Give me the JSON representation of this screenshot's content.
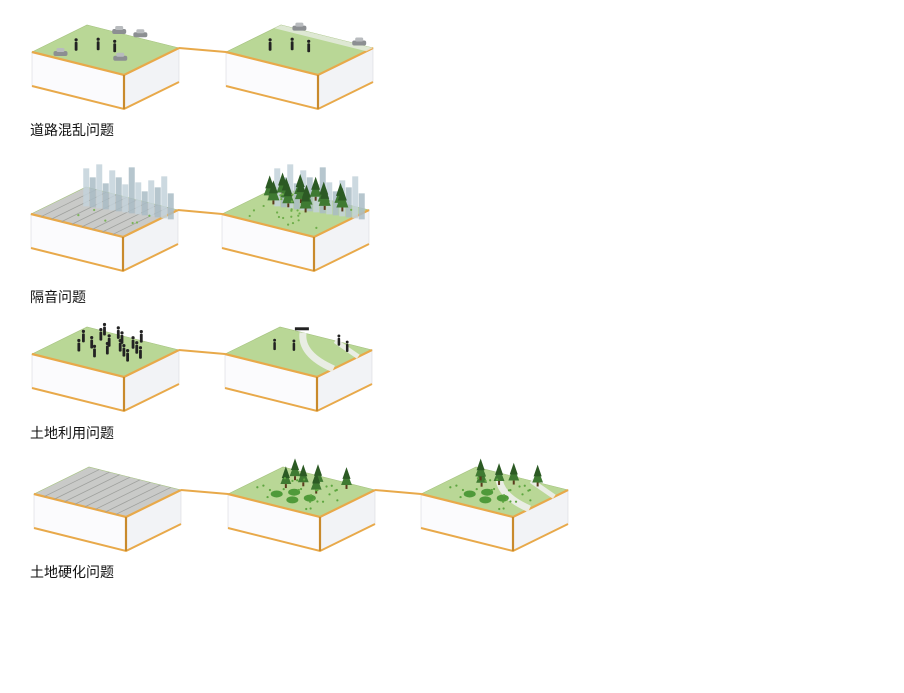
{
  "rows": [
    {
      "label": "道路混乱问题",
      "blocks": [
        "lawn-people-cars",
        "lawn-people-path"
      ]
    },
    {
      "label": "隔音问题",
      "blocks": [
        "paved-city",
        "forest-city"
      ]
    },
    {
      "label": "土地利用问题",
      "blocks": [
        "lawn-crowd",
        "lawn-paths-few-people"
      ]
    },
    {
      "label": "土地硬化问题",
      "blocks": [
        "paved",
        "lawn-trees",
        "lawn-trees-paths"
      ]
    }
  ],
  "colors": {
    "lawn": "#b9d796",
    "paved": "#c9cac8",
    "paved_line": "#9fa19e",
    "side_left": "#fbfbfd",
    "side_right": "#f2f3f6",
    "edge": "#e8a94a",
    "edge_dark": "#c98a2c",
    "tree": "#3f7a32",
    "tree_dark": "#2c5a24",
    "building": "#a9bcc6",
    "figure": "#222222",
    "path": "#eef0ec"
  }
}
